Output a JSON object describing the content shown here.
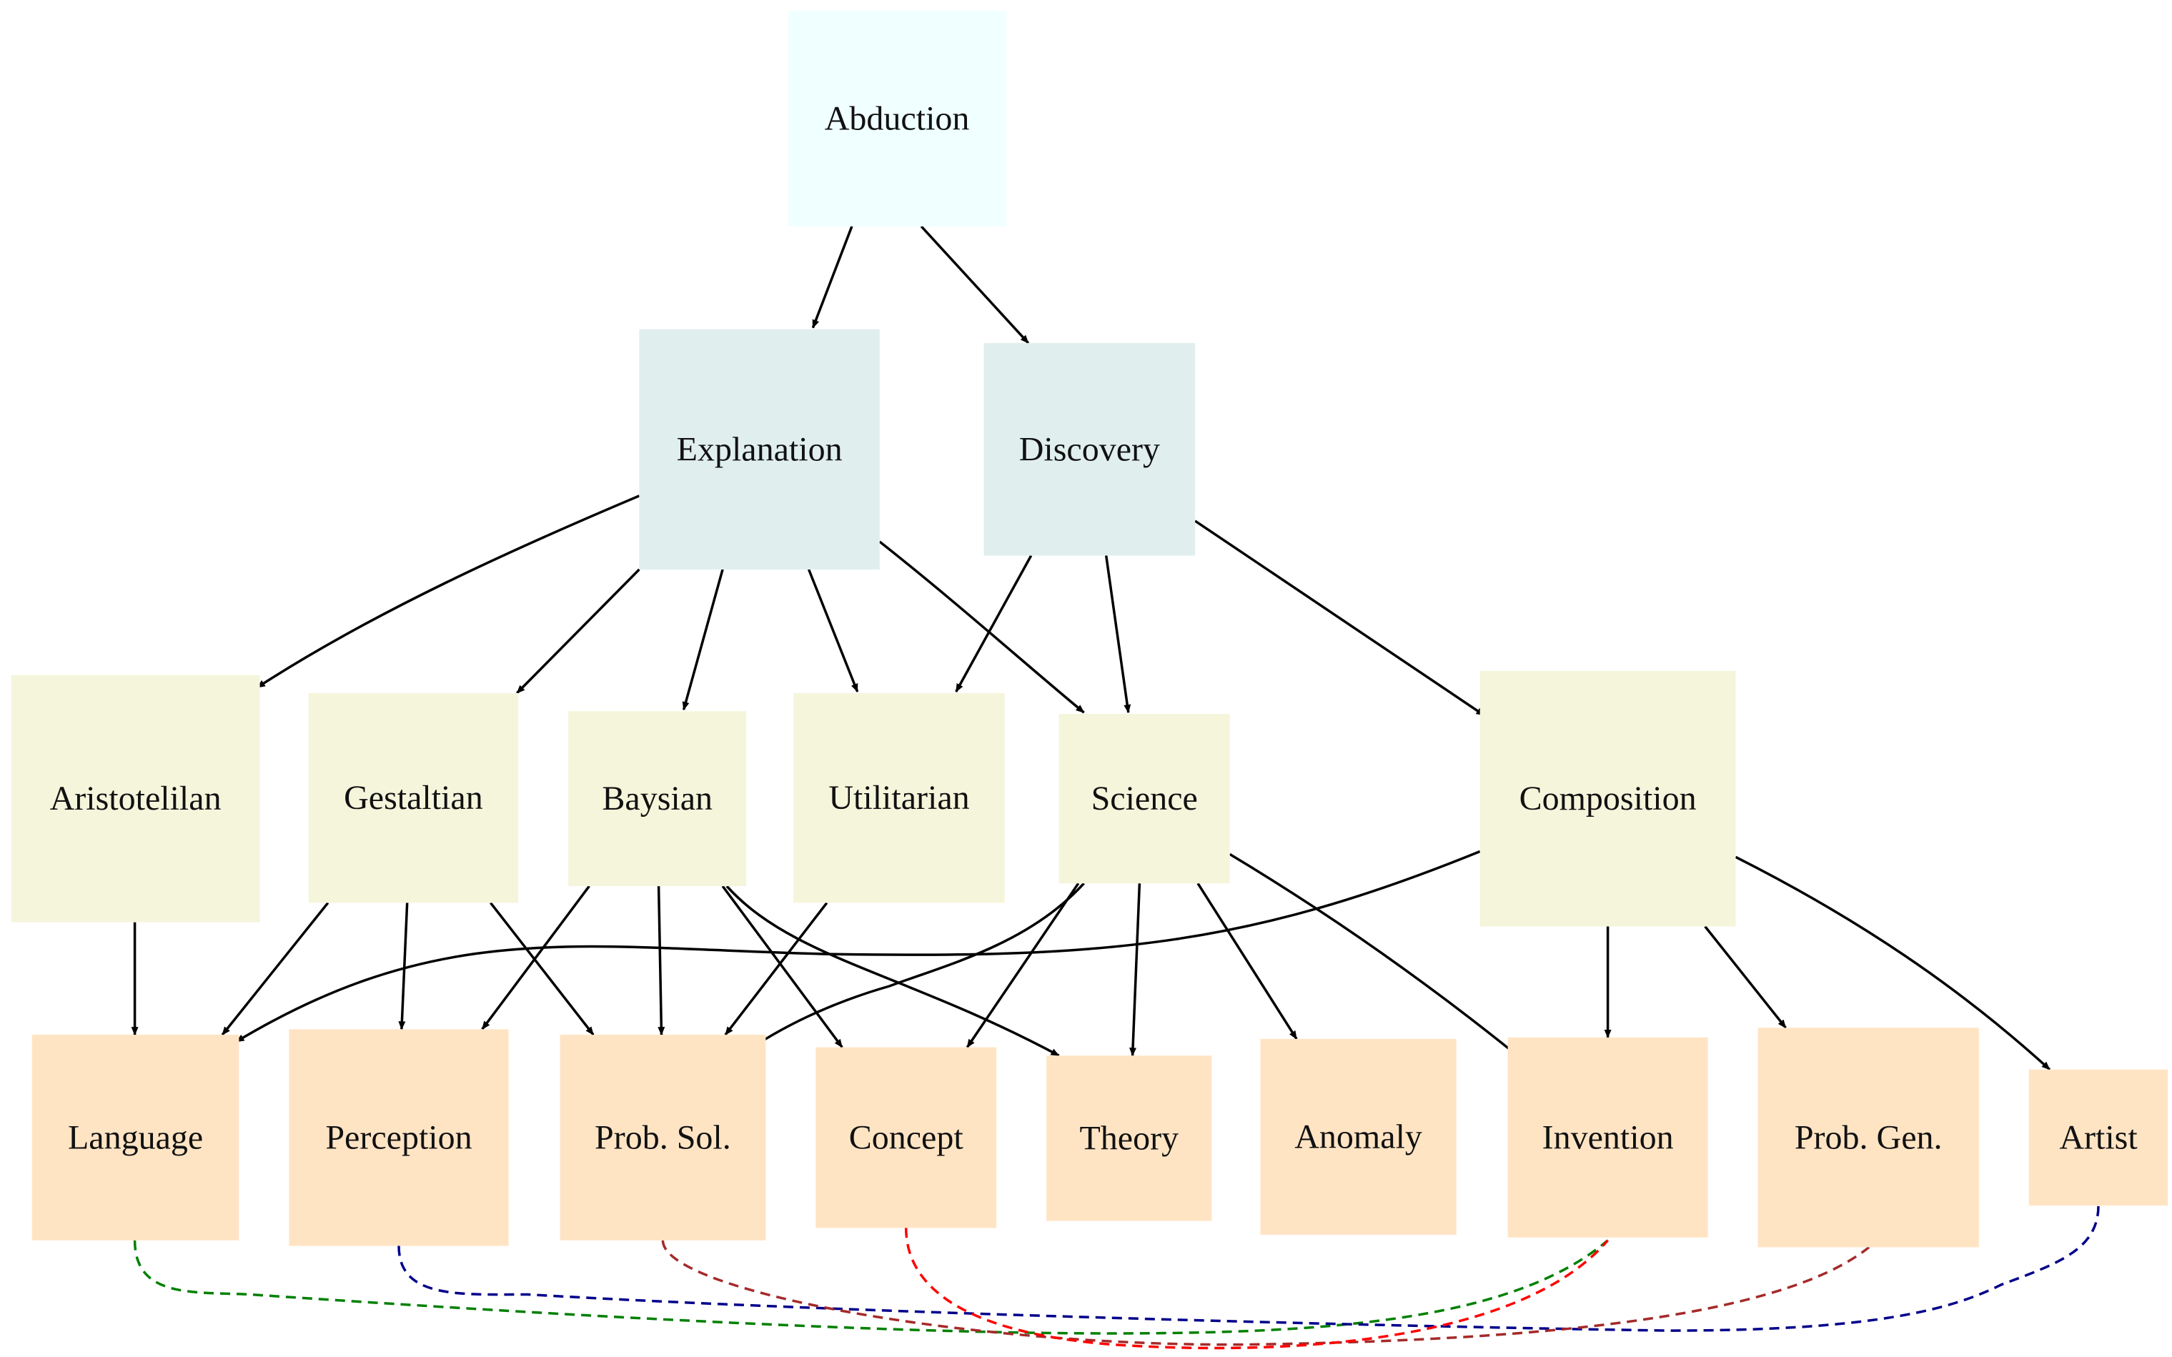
{
  "nodes": [
    {
      "id": "abduction",
      "label": "Abduction",
      "level": 0
    },
    {
      "id": "explanation",
      "label": "Explanation",
      "level": 1
    },
    {
      "id": "discovery",
      "label": "Discovery",
      "level": 1
    },
    {
      "id": "aristotelilan",
      "label": "Aristotelilan",
      "level": 2
    },
    {
      "id": "gestaltian",
      "label": "Gestaltian",
      "level": 2
    },
    {
      "id": "baysian",
      "label": "Baysian",
      "level": 2
    },
    {
      "id": "utilitarian",
      "label": "Utilitarian",
      "level": 2
    },
    {
      "id": "science",
      "label": "Science",
      "level": 2
    },
    {
      "id": "composition",
      "label": "Composition",
      "level": 2
    },
    {
      "id": "language",
      "label": "Language",
      "level": 3
    },
    {
      "id": "perception",
      "label": "Perception",
      "level": 3
    },
    {
      "id": "probsol",
      "label": "Prob. Sol.",
      "level": 3
    },
    {
      "id": "concept",
      "label": "Concept",
      "level": 3
    },
    {
      "id": "theory",
      "label": "Theory",
      "level": 3
    },
    {
      "id": "anomaly",
      "label": "Anomaly",
      "level": 3
    },
    {
      "id": "invention",
      "label": "Invention",
      "level": 3
    },
    {
      "id": "probgen",
      "label": "Prob. Gen.",
      "level": 3
    },
    {
      "id": "artist",
      "label": "Artist",
      "level": 3
    }
  ],
  "level_colors": {
    "0": "#f0ffff",
    "1": "#e0eeee",
    "2": "#f5f5dc",
    "3": "#ffe4c4"
  },
  "edges": [
    {
      "from": "abduction",
      "to": "explanation"
    },
    {
      "from": "abduction",
      "to": "discovery"
    },
    {
      "from": "explanation",
      "to": "aristotelilan"
    },
    {
      "from": "explanation",
      "to": "gestaltian"
    },
    {
      "from": "explanation",
      "to": "baysian"
    },
    {
      "from": "explanation",
      "to": "utilitarian"
    },
    {
      "from": "explanation",
      "to": "science"
    },
    {
      "from": "discovery",
      "to": "utilitarian"
    },
    {
      "from": "discovery",
      "to": "science"
    },
    {
      "from": "discovery",
      "to": "composition"
    },
    {
      "from": "aristotelilan",
      "to": "language"
    },
    {
      "from": "gestaltian",
      "to": "language"
    },
    {
      "from": "gestaltian",
      "to": "perception"
    },
    {
      "from": "gestaltian",
      "to": "probsol"
    },
    {
      "from": "baysian",
      "to": "perception"
    },
    {
      "from": "baysian",
      "to": "probsol"
    },
    {
      "from": "baysian",
      "to": "concept"
    },
    {
      "from": "baysian",
      "to": "theory"
    },
    {
      "from": "utilitarian",
      "to": "probsol"
    },
    {
      "from": "science",
      "to": "probsol"
    },
    {
      "from": "science",
      "to": "concept"
    },
    {
      "from": "science",
      "to": "theory"
    },
    {
      "from": "science",
      "to": "anomaly"
    },
    {
      "from": "science",
      "to": "invention"
    },
    {
      "from": "composition",
      "to": "language"
    },
    {
      "from": "composition",
      "to": "invention"
    },
    {
      "from": "composition",
      "to": "probgen"
    },
    {
      "from": "composition",
      "to": "artist"
    }
  ],
  "links": [
    {
      "from": "language",
      "to": "invention",
      "color": "#008000"
    },
    {
      "from": "perception",
      "to": "artist",
      "color": "#00008b"
    },
    {
      "from": "probsol",
      "to": "probgen",
      "color": "#a52a2a"
    },
    {
      "from": "concept",
      "to": "invention",
      "color": "#ff0000"
    }
  ],
  "edge_color": "#000000"
}
